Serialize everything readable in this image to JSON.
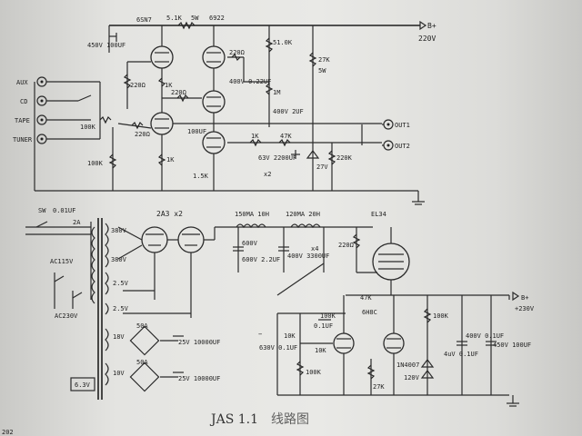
{
  "title": "JAS 1.1",
  "title_suffix": "线路图",
  "preamp": {
    "rail_label": "B+",
    "rail_voltage": "220V",
    "tube1": "6SN7",
    "tube2": "6922",
    "filter_r": "5.1K",
    "filter_w": "5W",
    "inputs": [
      "AUX",
      "CD",
      "TAPE",
      "TUNER"
    ],
    "volume": "100K",
    "outputs": [
      "OUT1",
      "OUT2"
    ],
    "parts": {
      "cap_top": "450V 100UF",
      "r_220a": "220Ω",
      "r_1k_a": "1K",
      "r_220b": "220Ω",
      "r_220c": "220Ω",
      "cap_coupling": "100UF",
      "r_100k": "100K",
      "r_1k_b": "1K",
      "r_15k": "1.5K",
      "r_220d": "220Ω",
      "cap_400v": "400V 0.22UF",
      "r_51k": "51.0K",
      "r_1m": "1M",
      "cap_400v_2uf": "400V 2UF",
      "r_27k_top": "27K",
      "r_5w": "5W",
      "r_1k_c": "1K",
      "r_47k": "47K",
      "cap_63v": "63V 2200UF",
      "cap_x2": "x2",
      "zener": "27V",
      "r_220k": "220K"
    }
  },
  "power_amp": {
    "switch_label": "SW",
    "switch_cap": "0.01UF",
    "fuse": "2A",
    "mains": "AC115V",
    "mains2": "AC230V",
    "rectifier": "2A3 x2",
    "choke1": "150MA 10H",
    "choke2": "120MA 20H",
    "output_tube": "EL34",
    "windings": [
      "380V",
      "380V",
      "2.5V",
      "2.5V",
      "18V",
      "10V",
      "6.3V"
    ],
    "bridges": [
      "50A",
      "50A"
    ],
    "filter_caps": [
      "25V 10000UF",
      "25V 10000UF"
    ],
    "hv_cap1": "600V 2.2UF",
    "hv_cap2": "400V 3300UF",
    "hv_x4": "x4",
    "r_220": "220Ω",
    "r_47k": "47K",
    "driver": "6H8C",
    "r_100k": "100K",
    "r_100k_2": "100K",
    "r_10k": "10K",
    "r_10k_2": "10K",
    "cap_c": "0.1UF",
    "cap_in": "630V 0.1UF",
    "r_100k_3": "100K",
    "r_27k": "27K",
    "diode": "1N4007",
    "zener_v": "120V",
    "cap_400v": "400V 0.1UF",
    "cap_450v": "450V 100UF",
    "rail_label": "B+",
    "rail_voltage": "+230V",
    "bias": "−",
    "mid_cap": "4uV 0.1UF"
  },
  "corner_text": "202"
}
